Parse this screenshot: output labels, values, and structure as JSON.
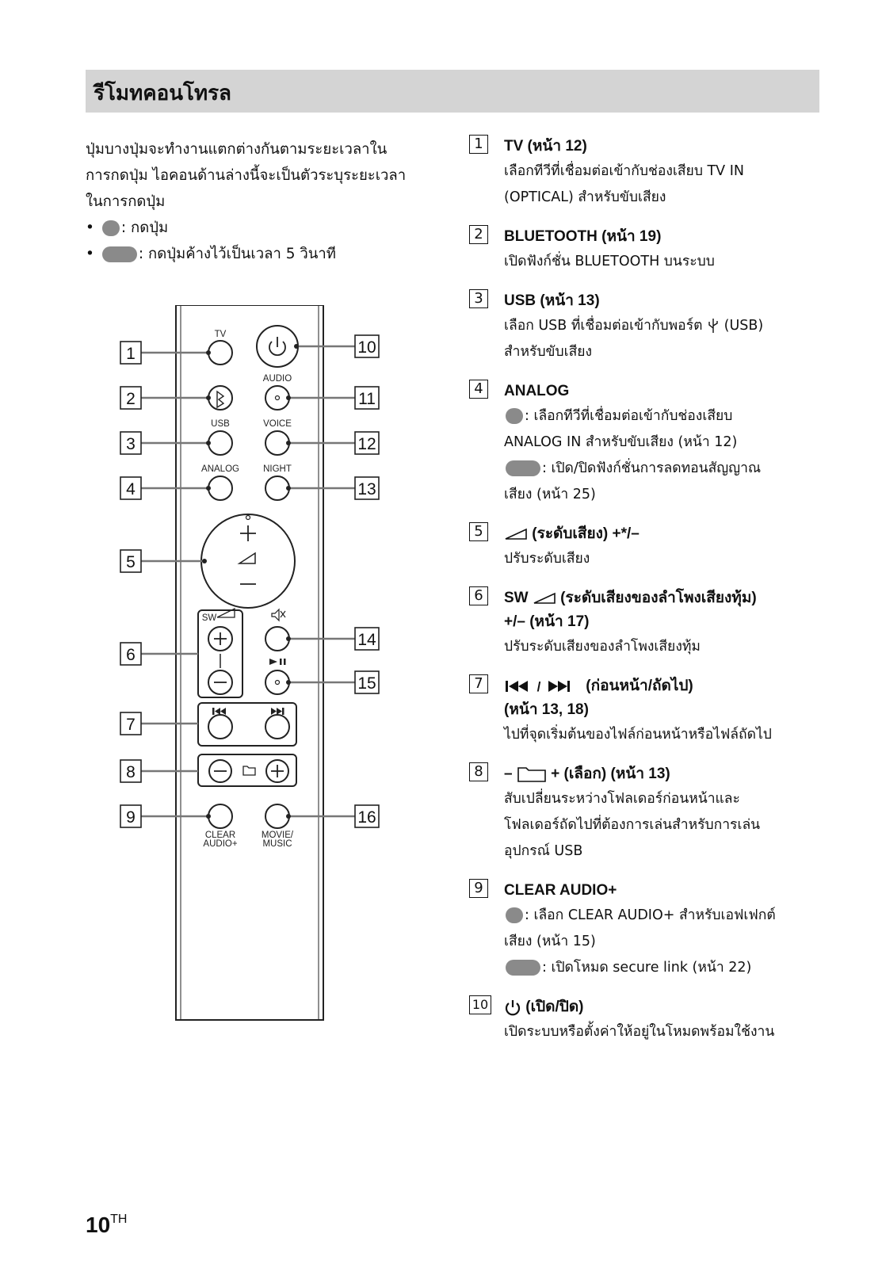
{
  "title": "รีโมทคอนโทรล",
  "intro": {
    "lines": [
      "ปุ่มบางปุ่มจะทำงานแตกต่างกันตามระยะเวลาใน",
      "การกดปุ่ม ไอคอนด้านล่างนี้จะเป็นตัวระบุระยะเวลา",
      "ในการกดปุ่ม"
    ],
    "bullet_short": ": กดปุ่ม",
    "bullet_long": ": กดปุ่มค้างไว้เป็นเวลา 5 วินาที"
  },
  "remote": {
    "labels": {
      "tv": "TV",
      "audio": "AUDIO",
      "usb": "USB",
      "voice": "VOICE",
      "analog": "ANALOG",
      "night": "NIGHT",
      "sw": "SW",
      "clear1": "CLEAR",
      "clear2": "AUDIO+",
      "movie1": "MOVIE/",
      "movie2": "MUSIC"
    },
    "callouts": [
      "1",
      "2",
      "3",
      "4",
      "5",
      "6",
      "7",
      "8",
      "9",
      "10",
      "11",
      "12",
      "13",
      "14",
      "15",
      "16"
    ]
  },
  "items": [
    {
      "num": "1",
      "head": "TV (หน้า 12)",
      "body": [
        "เลือกทีวีที่เชื่อมต่อเข้ากับช่องเสียบ TV IN",
        "(OPTICAL) สำหรับขับเสียง"
      ]
    },
    {
      "num": "2",
      "head": "BLUETOOTH (หน้า 19)",
      "body": [
        "เปิดฟังก์ชั่น BLUETOOTH บนระบบ"
      ]
    },
    {
      "num": "3",
      "head": "USB (หน้า 13)",
      "body_pre": "เลือก USB ที่เชื่อมต่อเข้ากับพอร์ต",
      "body_post": "(USB)",
      "body2": "สำหรับขับเสียง"
    },
    {
      "num": "4",
      "head": "ANALOG",
      "short": ": เลือกทีวีที่เชื่อมต่อเข้ากับช่องเสียบ",
      "short2": "ANALOG IN สำหรับขับเสียง (หน้า 12)",
      "long": ": เปิด/ปิดฟังก์ชั่นการลดทอนสัญญาณ",
      "long2": "เสียง (หน้า 25)"
    },
    {
      "num": "5",
      "head": "(ระดับเสียง) +*/–",
      "body": [
        "ปรับระดับเสียง"
      ]
    },
    {
      "num": "6",
      "head_a": "SW",
      "head_b": "(ระดับเสียงของลำโพงเสียงทุ้ม)",
      "head_c": "+/– (หน้า 17)",
      "body": [
        "ปรับระดับเสียงของลำโพงเสียงทุ้ม"
      ]
    },
    {
      "num": "7",
      "head_a": "(ก่อนหน้า/ถัดไป)",
      "head_b": "(หน้า 13, 18)",
      "body": [
        "ไปที่จุดเริ่มต้นของไฟล์ก่อนหน้าหรือไฟล์ถัดไป"
      ]
    },
    {
      "num": "8",
      "head_a": "–",
      "head_b": "+ (เลือก) (หน้า 13)",
      "body": [
        "สับเปลี่ยนระหว่างโฟลเดอร์ก่อนหน้าและ",
        "โฟลเดอร์ถัดไปที่ต้องการเล่นสำหรับการเล่น",
        "อุปกรณ์ USB"
      ]
    },
    {
      "num": "9",
      "head": "CLEAR AUDIO+",
      "short": ": เลือก CLEAR AUDIO+ สำหรับเอฟเฟกต์",
      "short2": "เสียง (หน้า 15)",
      "long": ": เปิดโหมด secure link (หน้า 22)"
    },
    {
      "num": "10",
      "head": "(เปิด/ปิด)",
      "body": [
        "เปิดระบบหรือตั้งค่าให้อยู่ในโหมดพร้อมใช้งาน"
      ]
    }
  ],
  "page": {
    "number": "10",
    "lang": "TH"
  }
}
